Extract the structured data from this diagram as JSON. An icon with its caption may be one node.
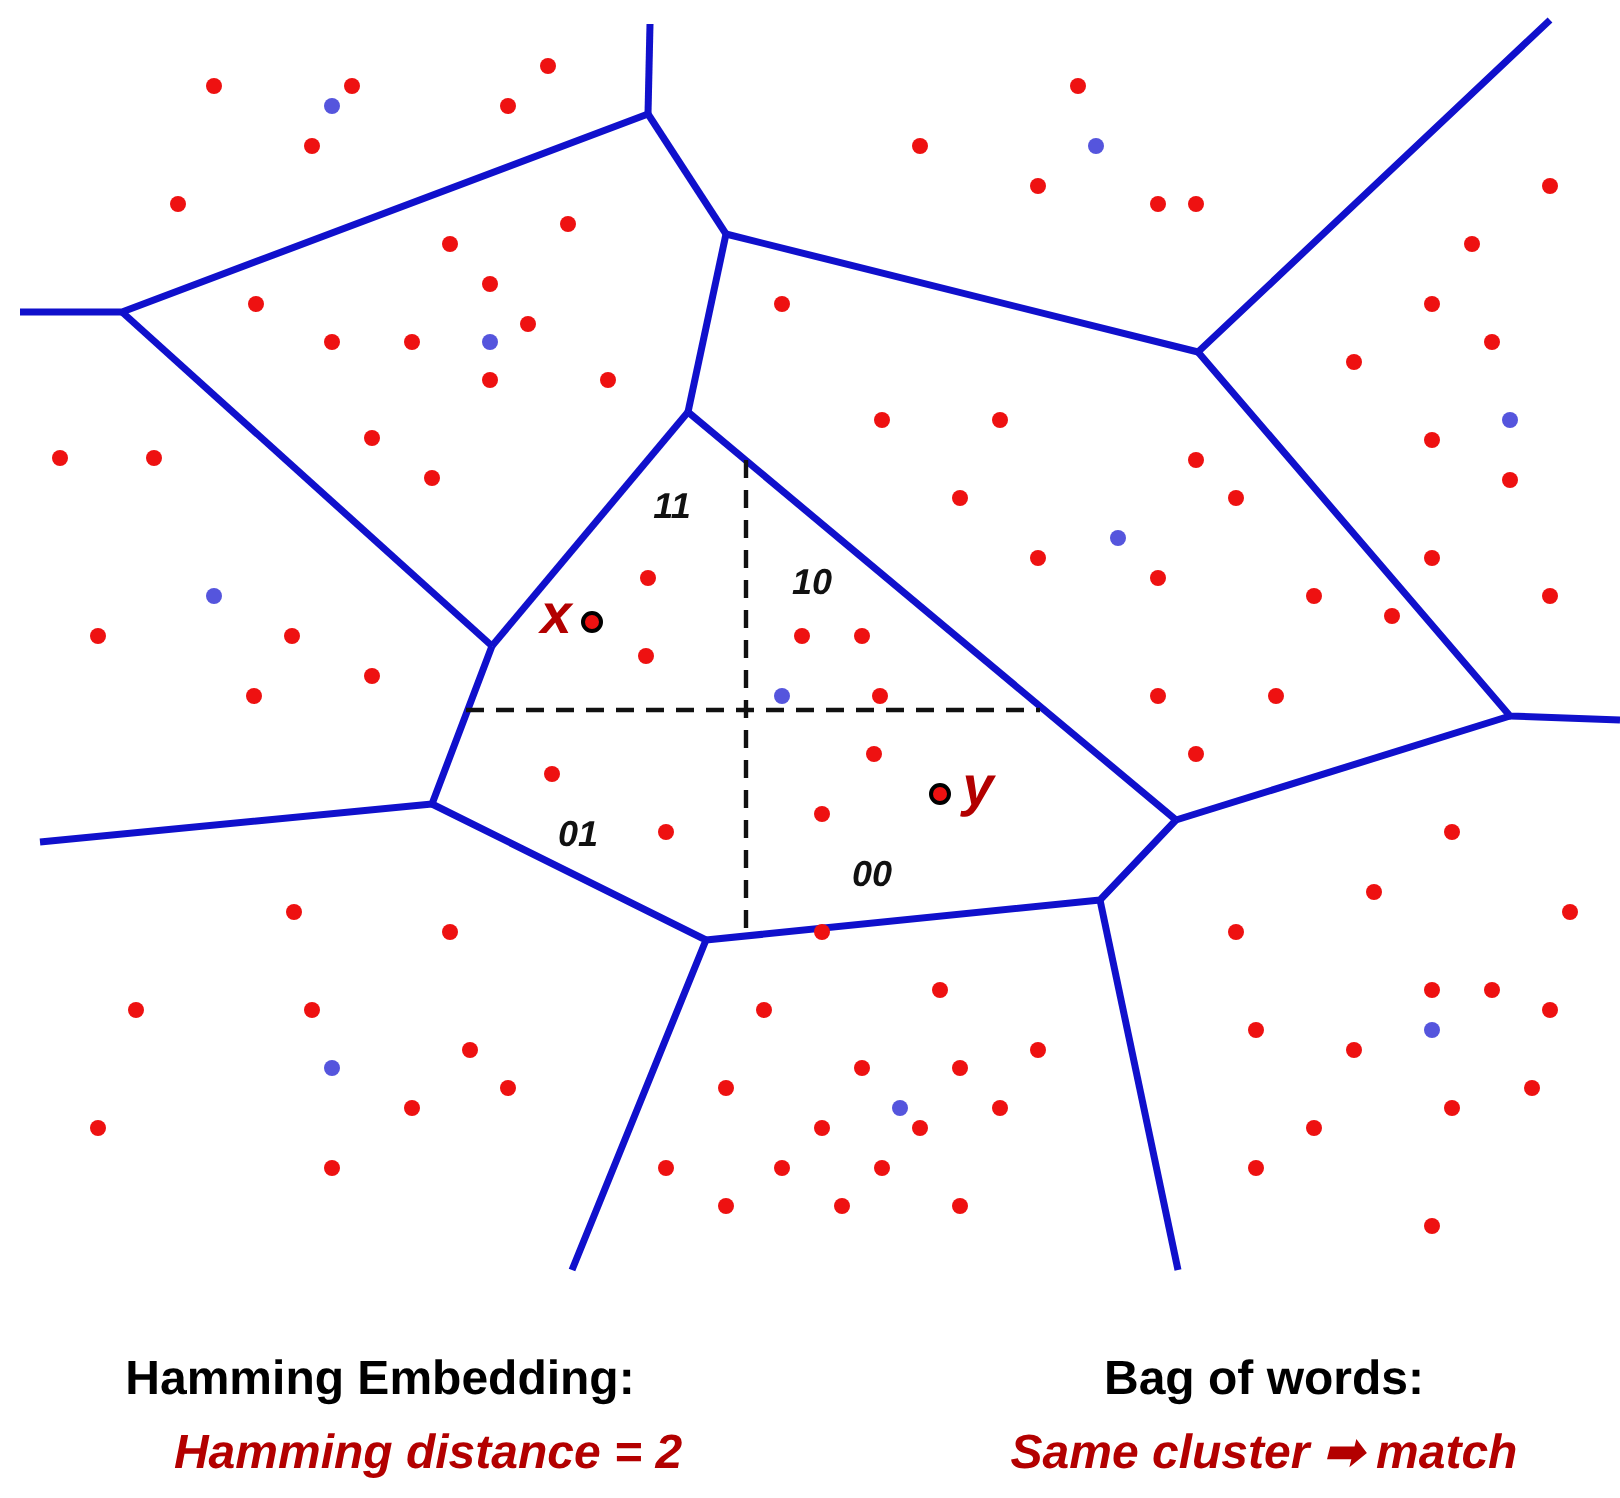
{
  "diagram": {
    "labels": [
      "11",
      "x",
      "10",
      "y",
      "01",
      "00",
      "Hamming Embedding:",
      "Bag of words:",
      "Hamming distance = 2",
      "Same cluster ➡ match"
    ]
  }
}
